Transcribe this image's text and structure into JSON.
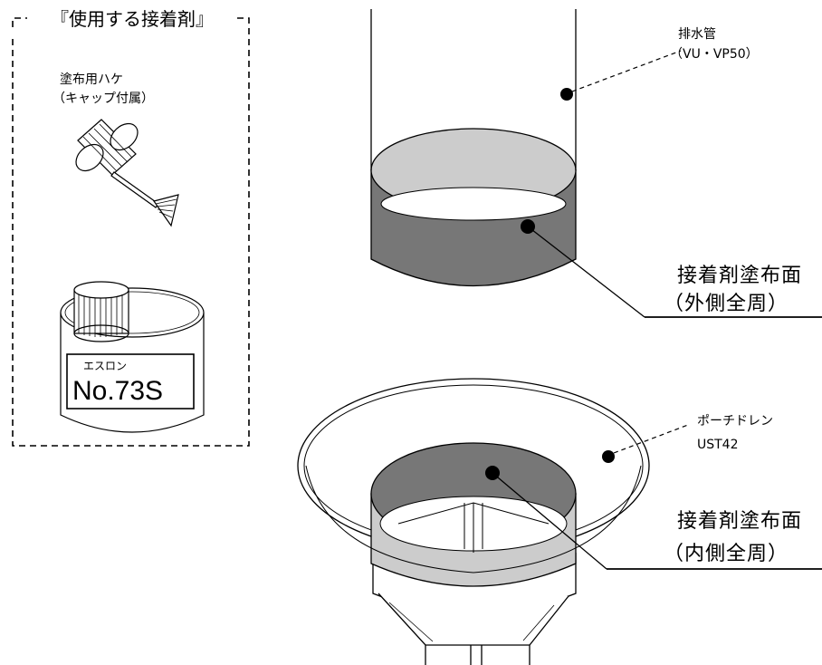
{
  "adhesive_box": {
    "title": "『使用する接着剤』",
    "brush": {
      "label_line1": "塗布用ハケ",
      "label_line2": "（キャップ付属）"
    },
    "can": {
      "brand": "エスロン",
      "model": "No.73S"
    }
  },
  "drain_pipe": {
    "label_line1": "排水管",
    "label_line2": "（VU・VP50）"
  },
  "pipe_coating": {
    "label_line1": "接着剤塗布面",
    "label_line2": "（外側全周）"
  },
  "porch_drain": {
    "label_line1": "ポーチドレン",
    "label_line2": "UST42"
  },
  "drain_coating": {
    "label_line1": "接着剤塗布面",
    "label_line2": "（内側全周）"
  },
  "colors": {
    "dark_gray": "#777777",
    "light_gray": "#cccccc",
    "line": "#000000"
  }
}
